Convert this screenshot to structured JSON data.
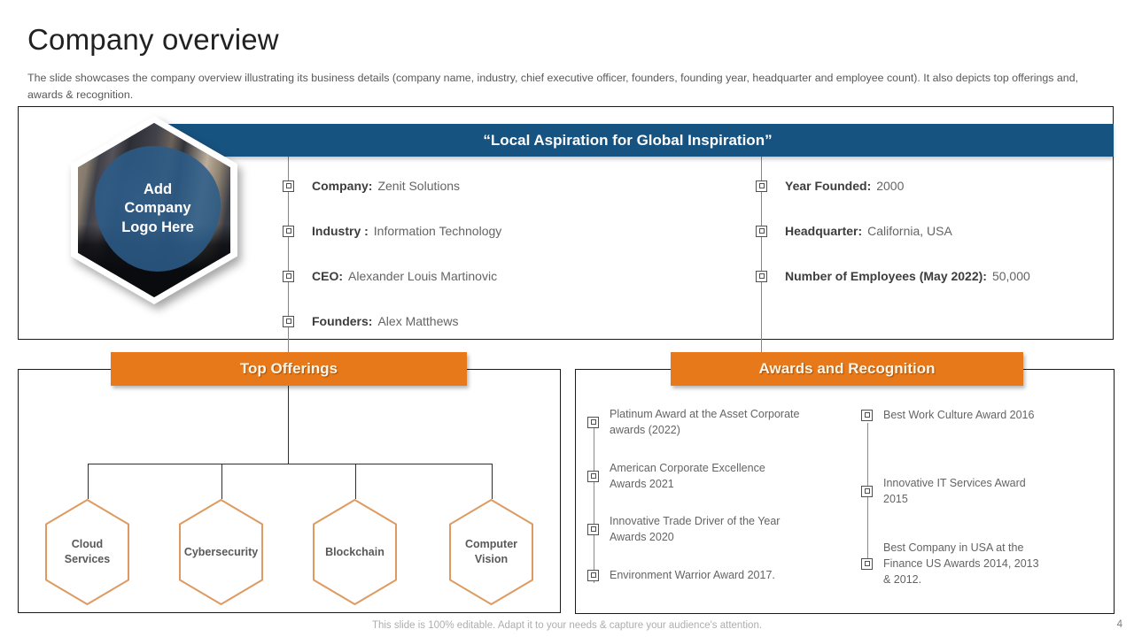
{
  "slide": {
    "title": "Company overview",
    "description": "The slide showcases the company overview illustrating its business details (company name, industry, chief executive officer, founders, founding year, headquarter and employee count). It also depicts top offerings and, awards & recognition.",
    "footer": "This slide is 100% editable. Adapt it to your needs & capture your audience's attention.",
    "page_number": "4"
  },
  "overview": {
    "quote": "“Local Aspiration for Global Inspiration”",
    "logo_placeholder": "Add Company Logo Here",
    "details_left": [
      {
        "label": "Company:",
        "value": "Zenit Solutions"
      },
      {
        "label": "Industry :",
        "value": "Information Technology"
      },
      {
        "label": "CEO:",
        "value": "Alexander Louis Martinovic"
      },
      {
        "label": "Founders:",
        "value": "Alex Matthews"
      }
    ],
    "details_right": [
      {
        "label": "Year Founded:",
        "value": "2000"
      },
      {
        "label": "Headquarter:",
        "value": "California, USA"
      },
      {
        "label": "Number of Employees (May 2022):",
        "value": "50,000"
      }
    ]
  },
  "top_offerings": {
    "title": "Top Offerings",
    "items": [
      "Cloud Services",
      "Cybersecurity",
      "Blockchain",
      "Computer Vision"
    ]
  },
  "awards": {
    "title": "Awards and Recognition",
    "left": [
      "Platinum Award at the Asset Corporate awards (2022)",
      "American Corporate Excellence Awards 2021",
      "Innovative Trade Driver of the Year Awards 2020",
      "Environment Warrior Award 2017."
    ],
    "right": [
      "Best Work Culture Award 2016",
      "Innovative IT Services Award 2015",
      "Best Company in USA at the Finance US Awards 2014, 2013 & 2012."
    ]
  },
  "colors": {
    "banner_blue": "#175380",
    "accent_orange": "#e8791a",
    "hexagon_outline": "#dd9b61",
    "logo_blob_blue": "#2c5c89"
  }
}
